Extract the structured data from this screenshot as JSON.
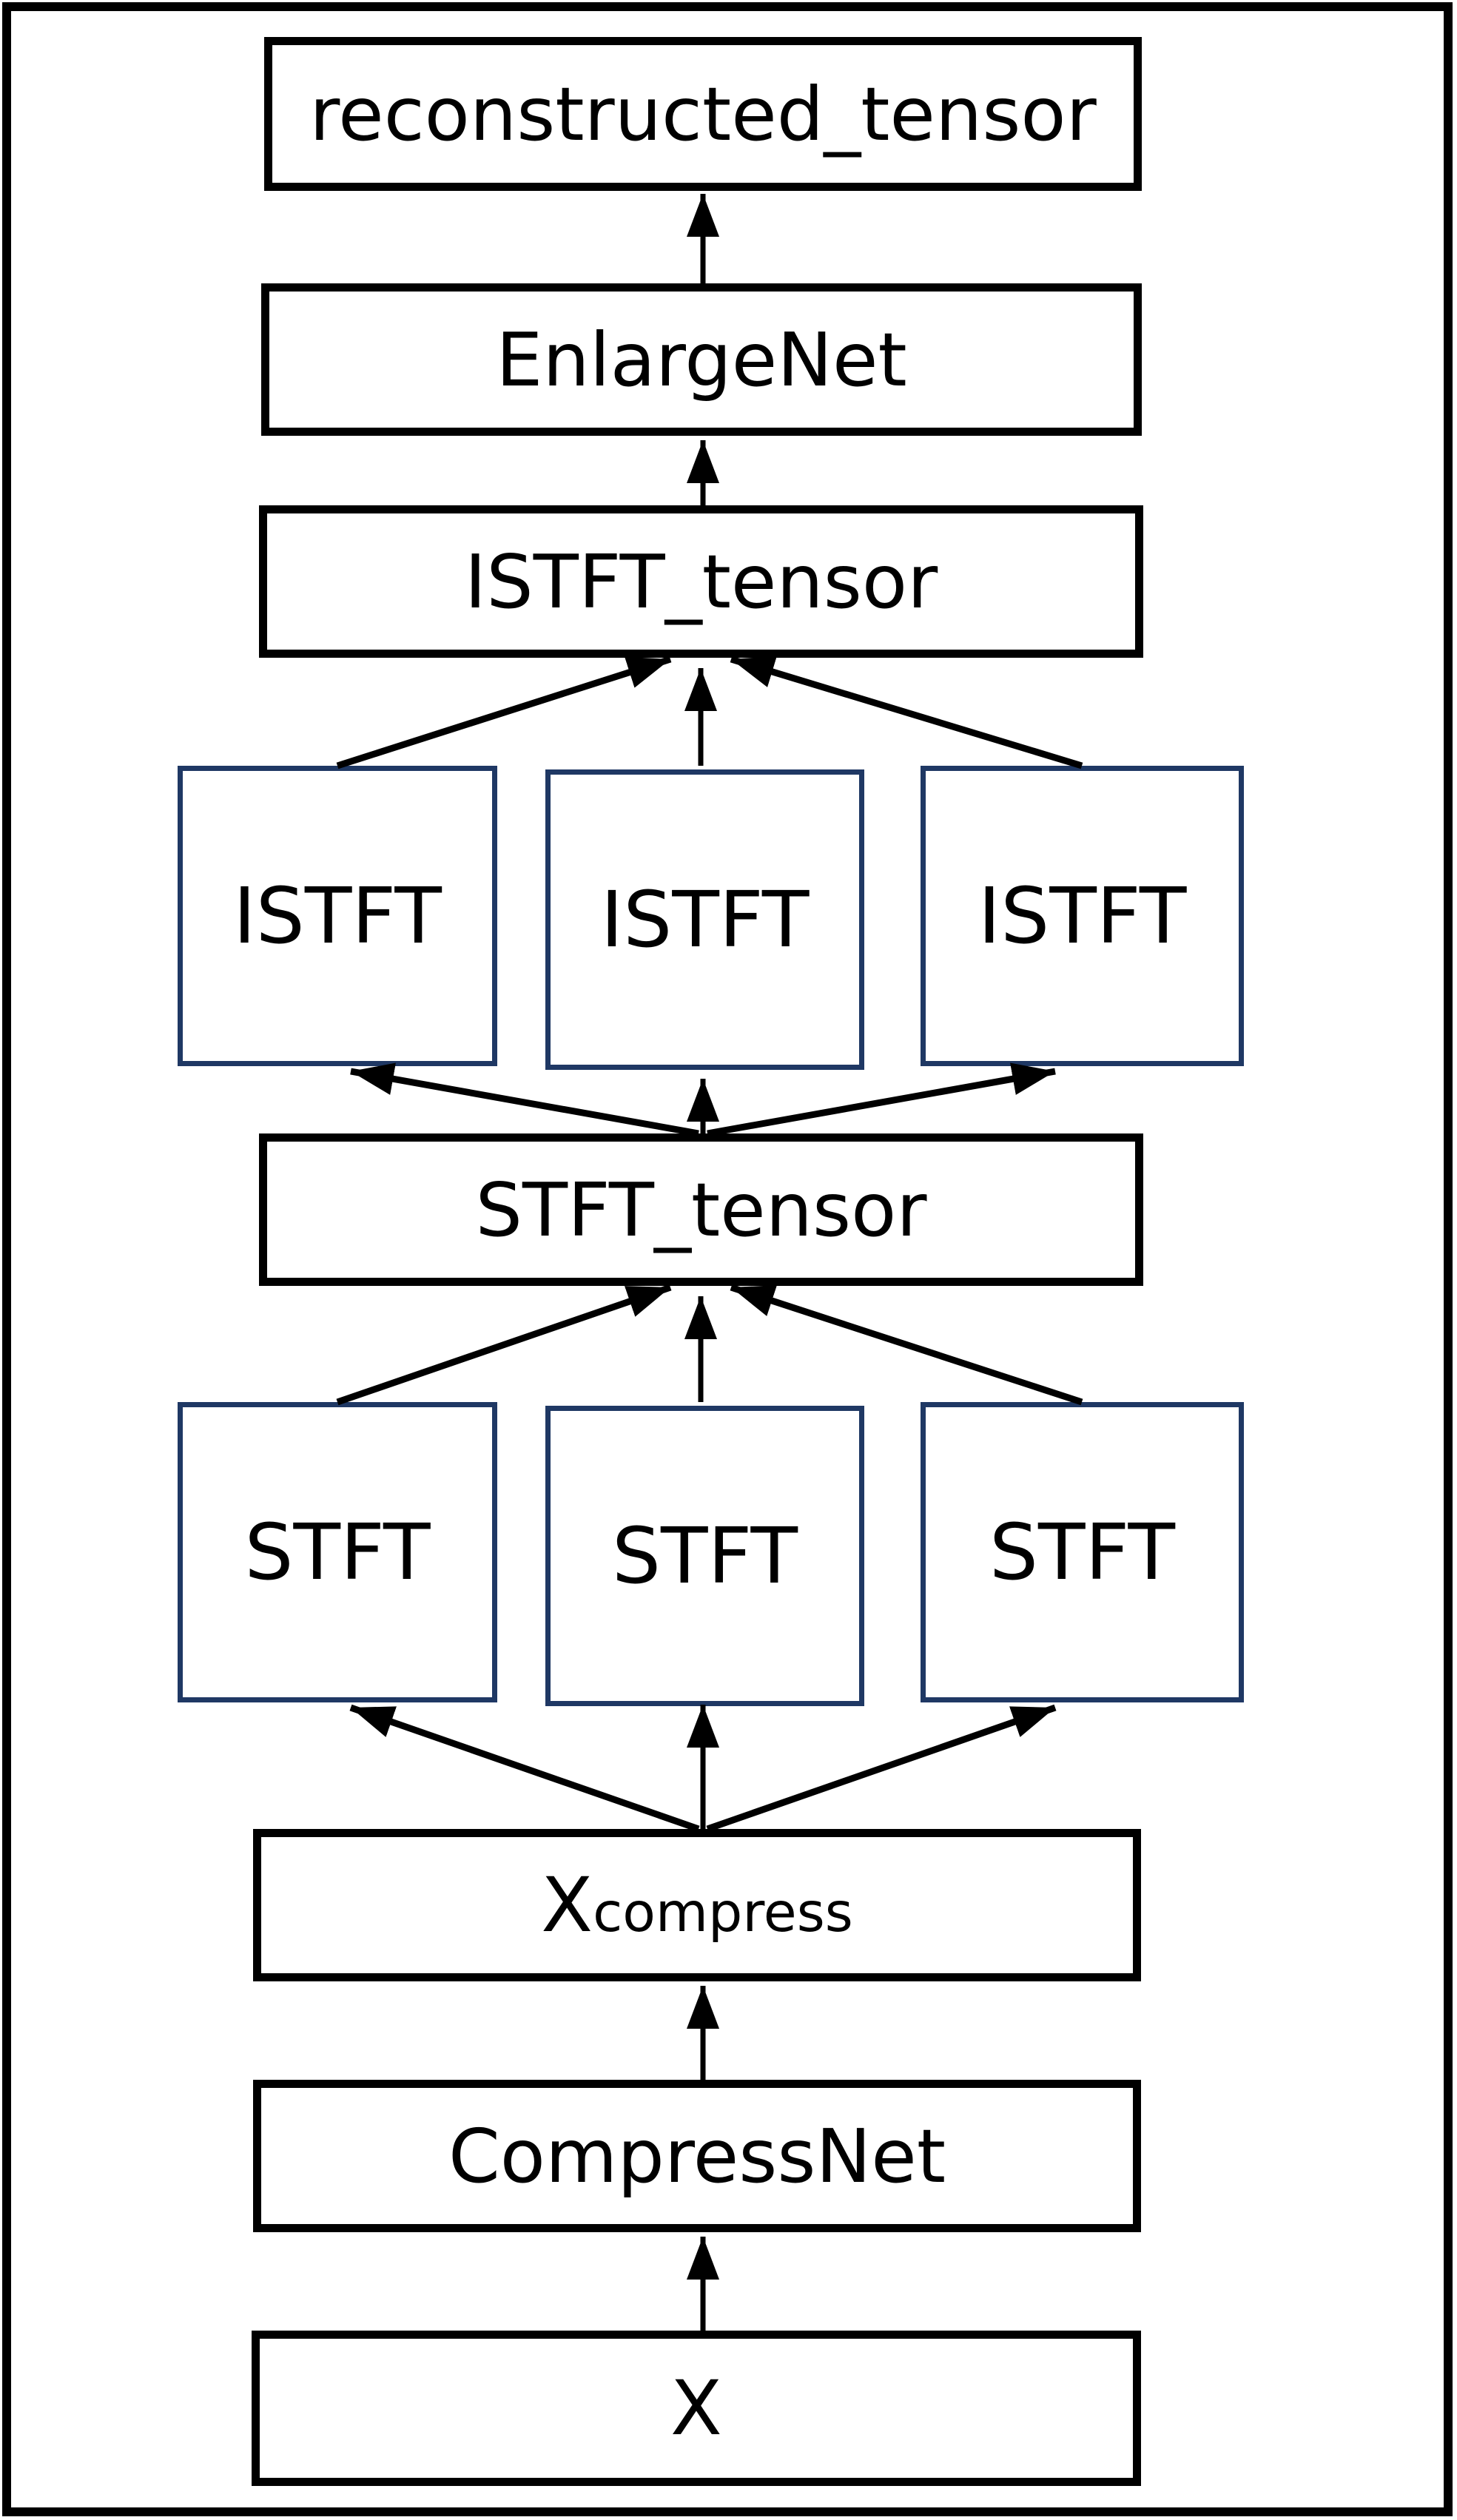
{
  "diagram": {
    "nodes": {
      "reconstructed_tensor": {
        "label": "reconstructed_tensor"
      },
      "enlarge_net": {
        "label": "EnlargeNet"
      },
      "istft_tensor": {
        "label": "ISTFT_tensor"
      },
      "istft_left": {
        "label": "ISTFT"
      },
      "istft_mid": {
        "label": "ISTFT"
      },
      "istft_right": {
        "label": "ISTFT"
      },
      "stft_tensor": {
        "label": "STFT_tensor"
      },
      "stft_left": {
        "label": "STFT"
      },
      "stft_mid": {
        "label": "STFT"
      },
      "stft_right": {
        "label": "STFT"
      },
      "x_compress": {
        "base": "X",
        "subscript": "compress"
      },
      "compress_net": {
        "label": "CompressNet"
      },
      "x_input": {
        "label": "X"
      }
    },
    "colors": {
      "box_border": "#000000",
      "module_border": "#1f3864",
      "text": "#000000",
      "arrow": "#000000",
      "background": "#ffffff"
    }
  }
}
